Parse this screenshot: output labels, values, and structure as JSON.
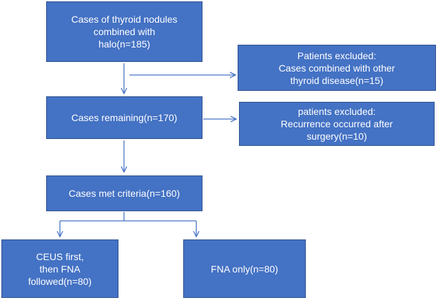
{
  "flowchart": {
    "nodes": [
      {
        "id": "total",
        "text": "Cases of thyroid nodules\ncombined with\nhalo(n=185)"
      },
      {
        "id": "excluded1",
        "text": "Patients excluded:\nCases combined with other\nthyroid disease(n=15)"
      },
      {
        "id": "remaining",
        "text": "Cases remaining(n=170)"
      },
      {
        "id": "excluded2",
        "text": "patients excluded:\nRecurrence occurred after\nsurgery(n=10)"
      },
      {
        "id": "criteria",
        "text": "Cases met criteria(n=160)"
      },
      {
        "id": "ceus",
        "text": "CEUS first,\nthen FNA\nfollowed(n=80)"
      },
      {
        "id": "fna",
        "text": "FNA only(n=80)"
      }
    ],
    "colors": {
      "box_fill": "#4472c4",
      "box_border": "#2f528f",
      "connector": "#4472c4",
      "text": "#ffffff"
    }
  }
}
